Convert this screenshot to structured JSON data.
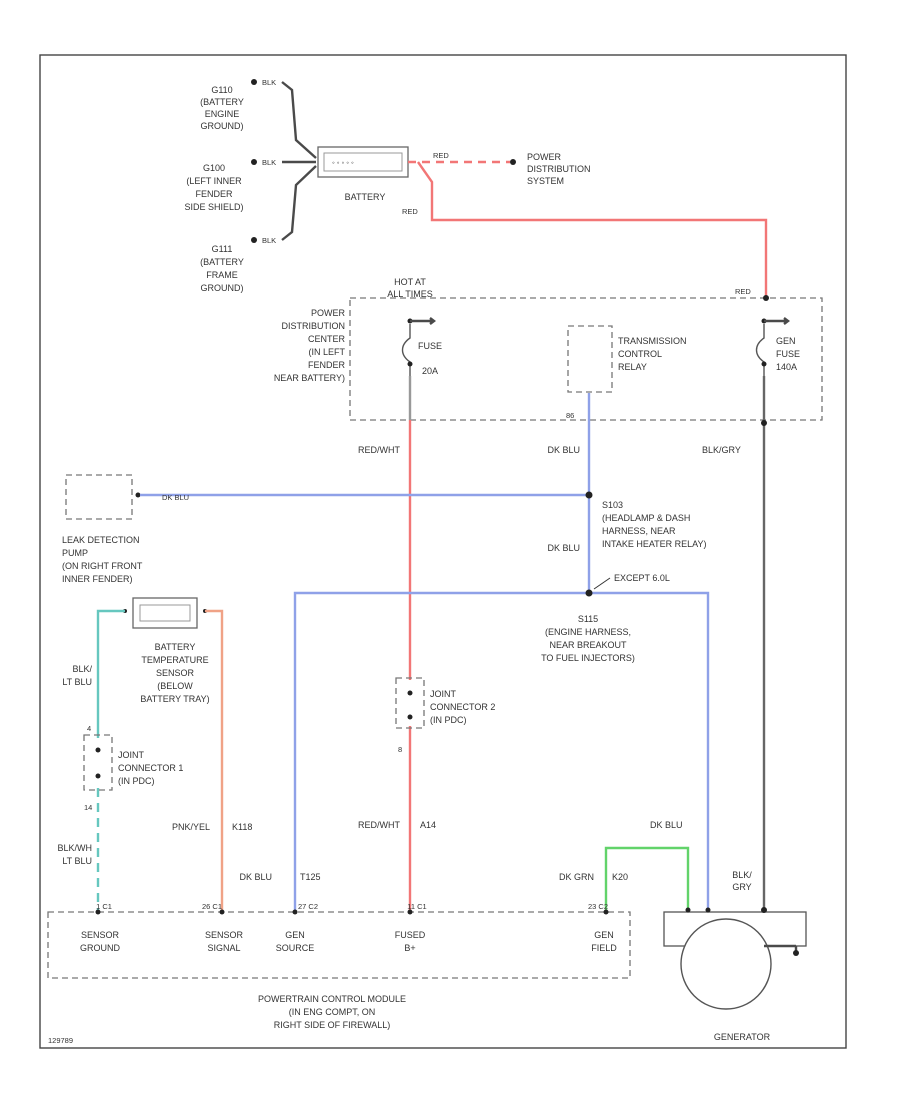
{
  "colors": {
    "red": "#f27676",
    "blue": "#8fa1e8",
    "green": "#62d36a",
    "cyan": "#66c7bf",
    "orange": "#f0a286",
    "gray": "#666666"
  },
  "ground_top": {
    "ref": "G110",
    "lines": [
      "(BATTERY",
      "ENGINE",
      "GROUND)"
    ],
    "wire": "BLK"
  },
  "ground_mid": {
    "ref": "G100",
    "lines": [
      "(LEFT INNER",
      "FENDER",
      "SIDE SHIELD)"
    ],
    "wire": "BLK"
  },
  "ground_bot": {
    "ref": "G111",
    "lines": [
      "(BATTERY",
      "FRAME",
      "GROUND)"
    ],
    "wire": "BLK"
  },
  "battery": {
    "label": "BATTERY",
    "wire_pos": "RED",
    "wire_to_pdc": "RED"
  },
  "power_dist": {
    "lines": [
      "POWER",
      "DISTRIBUTION",
      "SYSTEM"
    ]
  },
  "pdc": {
    "lines": [
      "POWER",
      "DISTRIBUTION",
      "CENTER",
      "(IN LEFT",
      "FENDER",
      "NEAR BATTERY)"
    ],
    "hot_lines": [
      "HOT AT",
      "ALL TIMES"
    ],
    "fuse_label": "FUSE",
    "fuse_rating": "20A",
    "gen_fuse_lines": [
      "GEN",
      "FUSE",
      "140A"
    ],
    "wire_in": "RED"
  },
  "relay": {
    "lines": [
      "TRANSMISSION",
      "CONTROL",
      "RELAY"
    ],
    "pin": "86"
  },
  "wires": {
    "red_wht": "RED/WHT",
    "dk_blu_relay": "DK BLU",
    "blk_gry": "BLK/GRY",
    "dk_blu_leak": "DK BLU",
    "dk_blu_mid": "DK BLU",
    "except_note": "EXCEPT 6.0L",
    "blk_lt_blu_1": [
      "BLK/",
      "LT BLU"
    ],
    "blk_lt_blu_2": [
      "BLK/WH",
      "LT BLU"
    ],
    "pnk_yel": "PNK/YEL",
    "pnk_yel_code": "K118",
    "red_wht_2": "RED/WHT",
    "red_wht_code": "A14",
    "dk_blu_gen": "DK BLU",
    "dk_blu_gen_code": "T125",
    "dk_grn": "DK GRN",
    "dk_grn_code": "K20",
    "dk_blu_right": "DK BLU",
    "blk_gry_gen": [
      "BLK/",
      "GRY"
    ]
  },
  "leak_pump": {
    "lines": [
      "LEAK DETECTION",
      "PUMP",
      "(ON RIGHT FRONT",
      "INNER FENDER)"
    ]
  },
  "splice_s103": {
    "ref": "S103",
    "lines": [
      "(HEADLAMP & DASH",
      "HARNESS, NEAR",
      "INTAKE HEATER RELAY)"
    ]
  },
  "splice_s115": {
    "ref": "S115",
    "lines": [
      "(ENGINE HARNESS,",
      "NEAR BREAKOUT",
      "TO FUEL INJECTORS)"
    ]
  },
  "temp_sensor": {
    "lines": [
      "BATTERY",
      "TEMPERATURE",
      "SENSOR",
      "(BELOW",
      "BATTERY TRAY)"
    ]
  },
  "joint1": {
    "lines": [
      "JOINT",
      "CONNECTOR 1",
      "(IN PDC)"
    ],
    "pin_a": "4",
    "pin_b": "14"
  },
  "joint2": {
    "lines": [
      "JOINT",
      "CONNECTOR 2",
      "(IN PDC)"
    ],
    "pin_a": "8"
  },
  "pcm": {
    "pins": [
      "1 C1",
      "26 C1",
      "27 C2",
      "11 C1",
      "23 C2"
    ],
    "terminals": [
      [
        "SENSOR",
        "GROUND"
      ],
      [
        "SENSOR",
        "SIGNAL"
      ],
      [
        "GEN",
        "SOURCE"
      ],
      [
        "FUSED",
        "B+"
      ],
      [
        "GEN",
        "FIELD"
      ]
    ],
    "lines": [
      "POWERTRAIN CONTROL MODULE",
      "(IN ENG COMPT, ON",
      "RIGHT SIDE OF FIREWALL)"
    ]
  },
  "generator": {
    "label": "GENERATOR"
  },
  "figure_code": "129789"
}
